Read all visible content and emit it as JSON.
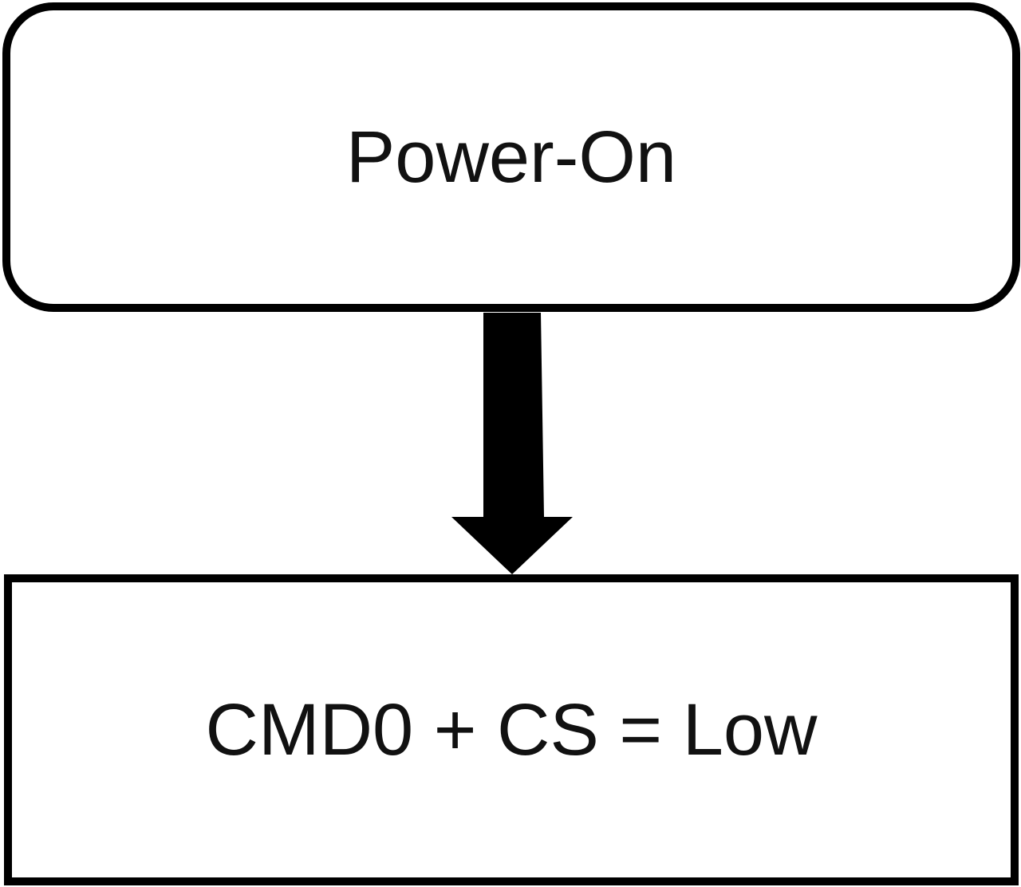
{
  "diagram": {
    "nodes": [
      {
        "id": "power-on",
        "shape": "rounded-rectangle",
        "label": "Power-On"
      },
      {
        "id": "cmd0",
        "shape": "rectangle",
        "label": "CMD0 + CS = Low"
      }
    ],
    "edges": [
      {
        "from": "power-on",
        "to": "cmd0",
        "style": "thick-block-arrow"
      }
    ],
    "colors": {
      "stroke": "#000000",
      "fill": "#ffffff",
      "text": "#111111"
    }
  }
}
